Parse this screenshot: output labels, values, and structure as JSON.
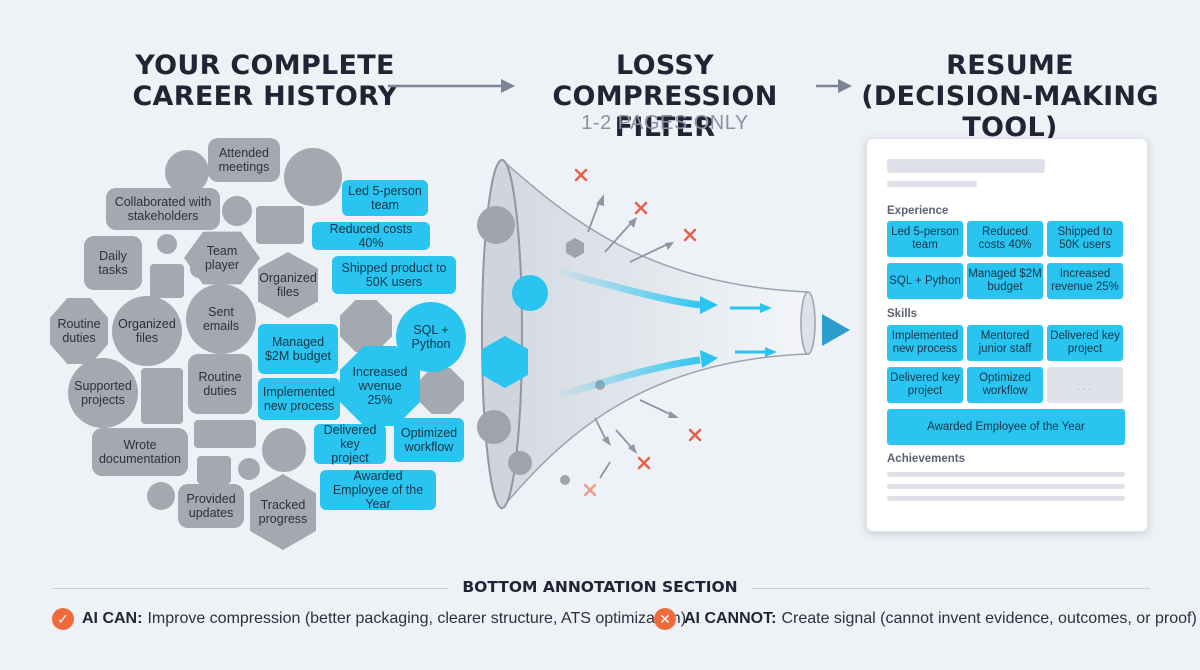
{
  "headers": {
    "left": [
      "YOUR COMPLETE",
      "CAREER HISTORY"
    ],
    "middle": [
      "LOSSY",
      "COMPRESSION FILTER"
    ],
    "middle_sub": "1-2 PAGES ONLY",
    "right": [
      "RESUME",
      "(DECISION-MAKING TOOL)"
    ]
  },
  "career_gray": {
    "attended": "Attended meetings",
    "collaborated": "Collaborated with stakeholders",
    "daily": "Daily tasks",
    "team": "Team player",
    "organized_files_1": "Organized files",
    "routine_1": "Routine duties",
    "organized_files_2": "Organized files",
    "sent": "Sent emails",
    "supported": "Supported projects",
    "routine_2": "Routine duties",
    "wrote": "Wrote documentation",
    "provided": "Provided updates",
    "tracked": "Tracked progress"
  },
  "career_blue": {
    "led": "Led 5-person team",
    "reduced": "Reduced costs 40%",
    "shipped": "Shipped product to 50K users",
    "managed": "Managed $2M budget",
    "sql": "SQL + Python",
    "implemented": "Implemented new process",
    "increased": "Increased wvenue 25%",
    "delivered": "Delivered key project",
    "optimized": "Optimized workflow",
    "awarded": "Awarded Employee of the Year"
  },
  "resume": {
    "experience_label": "Experience",
    "experience_tiles": [
      "Led 5-person team",
      "Reduced costs 40%",
      "Shipped to 50K users",
      "SQL + Python",
      "Managed $2M budget",
      "Increased revenue 25%"
    ],
    "skills_label": "Skills",
    "skills_tiles": [
      "Implemented new process",
      "Mentored junior staff",
      "Delivered key project",
      "Delivered key project",
      "Optimized workflow",
      "..."
    ],
    "award": "Awarded Employee of the Year",
    "achievements_label": "Achievements"
  },
  "annotation": {
    "title": "BOTTOM ANNOTATION SECTION",
    "can_label": "AI CAN:",
    "can_text": "Improve compression (better packaging, clearer structure, ATS optimization)",
    "cannot_label": "AI CANNOT:",
    "cannot_text": "Create signal (cannot invent evidence, outcomes, or proof)"
  },
  "icons": {
    "can": "check-circle-icon",
    "cannot": "x-circle-icon",
    "discard": "red-x-icon"
  },
  "colors": {
    "accent_blue": "#29c4ef",
    "gray_tile": "#a4a8b1",
    "orange": "#ef6b3c",
    "red_x": "#e8614a",
    "background": "#eef1f5"
  }
}
